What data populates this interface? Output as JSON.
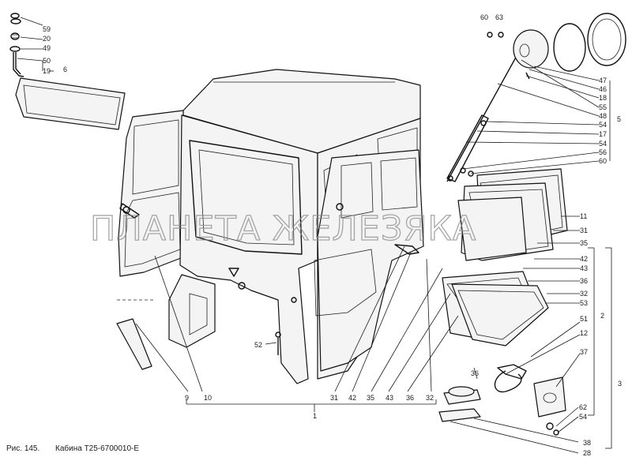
{
  "caption": {
    "figure": "Рис. 145.",
    "title": "Кабина Т25-6700010-Е"
  },
  "watermark": "ПЛАНЕТА ЖЕЛЕЗЯКА",
  "labels": {
    "l59": "59",
    "l20": "20",
    "l49": "49",
    "l50": "50",
    "l19": "19",
    "l6": "6",
    "l60": "60",
    "l63": "63",
    "l47": "47",
    "l46": "46",
    "l18": "18",
    "l55": "55",
    "l48": "48",
    "l54a": "54",
    "l17": "17",
    "l54b": "54",
    "l56": "56",
    "l60b": "60",
    "l5": "5",
    "l11": "11",
    "l31r": "31",
    "l35r": "35",
    "l42r": "42",
    "l43r": "43",
    "l36r": "36",
    "l32r": "32",
    "l53": "53",
    "l2": "2",
    "l51": "51",
    "l12": "12",
    "l37": "37",
    "l3": "3",
    "l62": "62",
    "l54c": "54",
    "l38": "38",
    "l28": "28",
    "l52": "52",
    "l9": "9",
    "l10": "10",
    "l1": "1",
    "b31": "31",
    "b42": "42",
    "b35": "35",
    "b43": "43",
    "b36": "36",
    "b32": "32",
    "b36s": "36"
  }
}
